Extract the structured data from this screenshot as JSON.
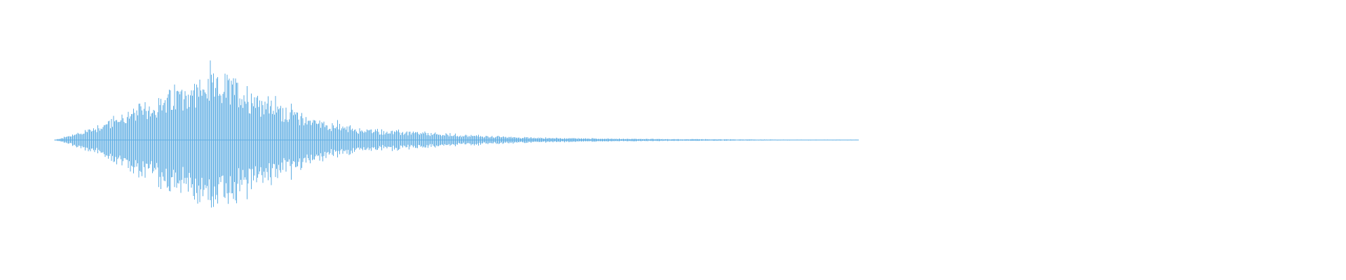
{
  "waveform": {
    "color": "#5faee3",
    "peak_envelope": [
      {
        "t": 0.0,
        "amp": 0.0
      },
      {
        "t": 0.02,
        "amp": 0.08
      },
      {
        "t": 0.05,
        "amp": 0.22
      },
      {
        "t": 0.09,
        "amp": 0.45
      },
      {
        "t": 0.13,
        "amp": 0.68
      },
      {
        "t": 0.16,
        "amp": 0.86
      },
      {
        "t": 0.185,
        "amp": 0.97
      },
      {
        "t": 0.205,
        "amp": 1.0
      },
      {
        "t": 0.23,
        "amp": 0.92
      },
      {
        "t": 0.26,
        "amp": 0.72
      },
      {
        "t": 0.3,
        "amp": 0.46
      },
      {
        "t": 0.34,
        "amp": 0.28
      },
      {
        "t": 0.38,
        "amp": 0.18
      },
      {
        "t": 0.42,
        "amp": 0.15
      },
      {
        "t": 0.46,
        "amp": 0.12
      },
      {
        "t": 0.5,
        "amp": 0.09
      },
      {
        "t": 0.55,
        "amp": 0.06
      },
      {
        "t": 0.6,
        "amp": 0.04
      },
      {
        "t": 0.68,
        "amp": 0.025
      },
      {
        "t": 0.76,
        "amp": 0.015
      },
      {
        "t": 0.84,
        "amp": 0.01
      },
      {
        "t": 0.9,
        "amp": 0.006
      },
      {
        "t": 0.95,
        "amp": 0.004
      },
      {
        "t": 1.0,
        "amp": 0.0
      }
    ]
  }
}
